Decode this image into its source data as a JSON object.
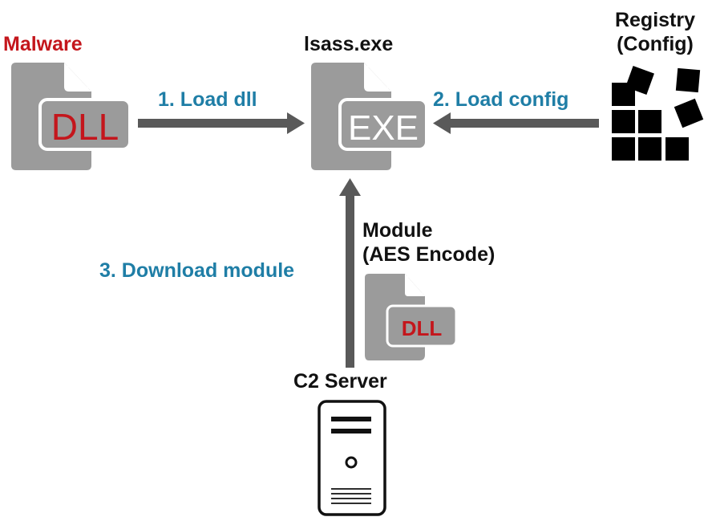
{
  "nodes": {
    "malware": {
      "label": "Malware",
      "icon_text": "DLL",
      "icon": "dll-file-icon"
    },
    "lsass": {
      "label": "lsass.exe",
      "icon_text": "EXE",
      "icon": "exe-file-icon"
    },
    "registry": {
      "label_line1": "Registry",
      "label_line2": "(Config)",
      "icon": "registry-blocks-icon"
    },
    "module": {
      "label_line1": "Module",
      "label_line2": "(AES Encode)",
      "icon_text": "DLL",
      "icon": "dll-file-icon"
    },
    "c2": {
      "label": "C2 Server",
      "icon": "server-icon"
    }
  },
  "edges": [
    {
      "label": "1. Load dll",
      "from": "Malware",
      "to": "lsass.exe"
    },
    {
      "label": "2. Load config",
      "from": "Registry (Config)",
      "to": "lsass.exe"
    },
    {
      "label": "3. Download module",
      "from": "C2 Server",
      "to": "lsass.exe"
    }
  ],
  "colors": {
    "file_gray": "#9b9b9b",
    "arrow_gray": "#595959",
    "edge_label_blue": "#1f7ea6",
    "malware_red": "#c4161c",
    "title_black": "#111111"
  }
}
